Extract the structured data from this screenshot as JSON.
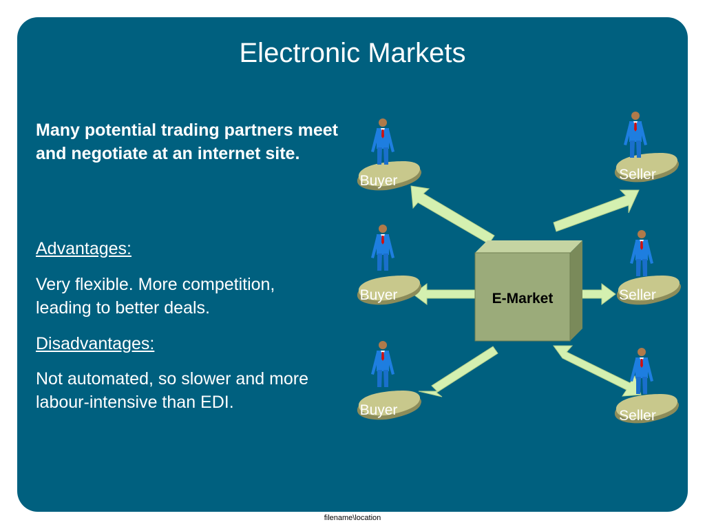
{
  "slide": {
    "title": "Electronic Markets",
    "intro": "Many potential trading partners meet and negotiate at an internet site.",
    "advantages_heading": "Advantages:",
    "advantages_body": "Very flexible.  More competition, leading to better deals.",
    "disadvantages_heading": "Disadvantages:",
    "disadvantages_body": "Not automated, so slower and more labour-intensive than EDI.",
    "footer": "filename\\location"
  },
  "diagram": {
    "hub_label": "E-Market",
    "buyer_label": "Buyer",
    "seller_label": "Seller",
    "colors": {
      "background": "#00607f",
      "hub_front": "#9bab7a",
      "arrow": "#d4f0b0",
      "platform": "#c8c88c",
      "person": "#1e7ee0",
      "tie": "#d01010"
    }
  }
}
